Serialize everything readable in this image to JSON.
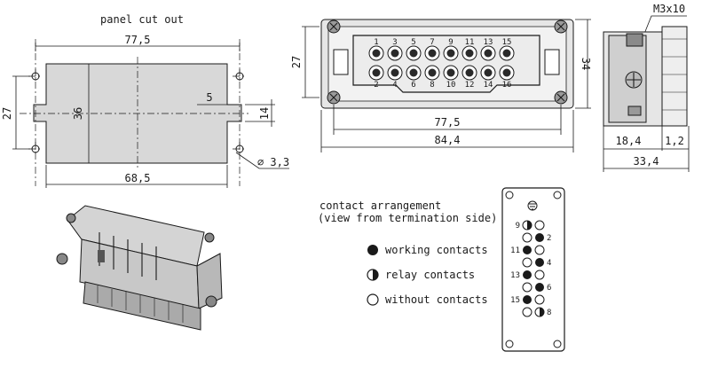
{
  "panel": {
    "title": "panel cut out",
    "width_outer": "77,5",
    "width_inner": "68,5",
    "height_outer": "36",
    "height_total": "27",
    "offset": "5",
    "height_small": "14",
    "hole_dia": "∅ 3,3"
  },
  "front": {
    "width_outer": "84,4",
    "width_inner": "77,5",
    "height_left": "27",
    "height_right": "34",
    "pin_labels": [
      "1",
      "3",
      "5",
      "7",
      "9",
      "11",
      "13",
      "15",
      "2",
      "4",
      "6",
      "8",
      "10",
      "12",
      "14",
      "16"
    ]
  },
  "side": {
    "screw": "M3x10",
    "dim_a": "18,4",
    "dim_b": "1,2",
    "dim_total": "33,4"
  },
  "legend": {
    "title_line1": "contact arrangement",
    "title_line2": "(view from termination side)",
    "working": "working contacts",
    "relay": "relay contacts",
    "without": "without contacts"
  },
  "arrangement": {
    "left_labels": [
      "9",
      "11",
      "13",
      "15"
    ],
    "right_labels": [
      "2",
      "4",
      "6",
      "8"
    ],
    "ground_symbol": "⏚"
  }
}
